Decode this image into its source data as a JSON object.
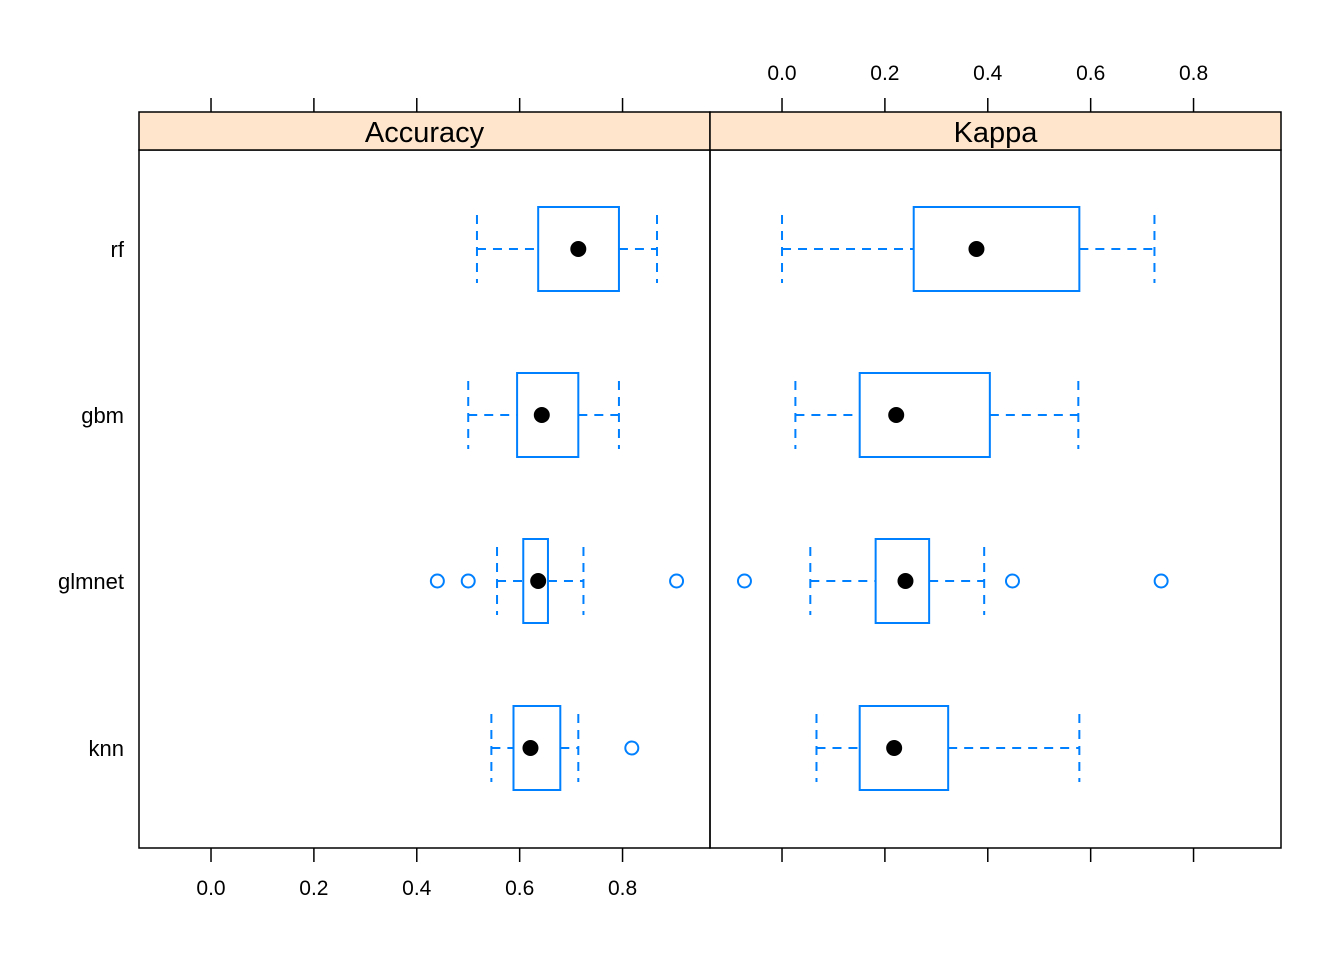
{
  "chart_data": {
    "type": "boxplot",
    "title": "",
    "categories": [
      "rf",
      "gbm",
      "glmnet",
      "knn"
    ],
    "panels": [
      {
        "name": "Accuracy",
        "xlim": [
          -0.14,
          0.97
        ],
        "tick_values": [
          0.0,
          0.2,
          0.4,
          0.6,
          0.8
        ],
        "tick_labels": [
          "0.0",
          "0.2",
          "0.4",
          "0.6",
          "0.8"
        ],
        "tick_labels_position": "bottom",
        "boxes": [
          {
            "category": "rf",
            "whisker_low": 0.517,
            "q1": 0.636,
            "median": 0.714,
            "q3": 0.793,
            "whisker_high": 0.867,
            "outliers": []
          },
          {
            "category": "gbm",
            "whisker_low": 0.5,
            "q1": 0.595,
            "median": 0.643,
            "q3": 0.714,
            "whisker_high": 0.793,
            "outliers": []
          },
          {
            "category": "glmnet",
            "whisker_low": 0.556,
            "q1": 0.607,
            "median": 0.636,
            "q3": 0.655,
            "whisker_high": 0.724,
            "outliers": [
              0.44,
              0.5,
              0.905
            ]
          },
          {
            "category": "knn",
            "whisker_low": 0.545,
            "q1": 0.588,
            "median": 0.621,
            "q3": 0.679,
            "whisker_high": 0.714,
            "outliers": [
              0.818
            ]
          }
        ]
      },
      {
        "name": "Kappa",
        "xlim": [
          -0.14,
          0.97
        ],
        "tick_values": [
          0.0,
          0.2,
          0.4,
          0.6,
          0.8
        ],
        "tick_labels": [
          "0.0",
          "0.2",
          "0.4",
          "0.6",
          "0.8"
        ],
        "tick_labels_position": "top",
        "boxes": [
          {
            "category": "rf",
            "whisker_low": 0.0,
            "q1": 0.256,
            "median": 0.378,
            "q3": 0.578,
            "whisker_high": 0.724,
            "outliers": []
          },
          {
            "category": "gbm",
            "whisker_low": 0.026,
            "q1": 0.151,
            "median": 0.222,
            "q3": 0.404,
            "whisker_high": 0.576,
            "outliers": []
          },
          {
            "category": "glmnet",
            "whisker_low": 0.055,
            "q1": 0.182,
            "median": 0.24,
            "q3": 0.286,
            "whisker_high": 0.393,
            "outliers": [
              -0.073,
              0.448,
              0.737
            ]
          },
          {
            "category": "knn",
            "whisker_low": 0.067,
            "q1": 0.151,
            "median": 0.218,
            "q3": 0.323,
            "whisker_high": 0.578,
            "outliers": []
          }
        ]
      }
    ],
    "colors": {
      "box": "#0080ff",
      "median_dot": "#000000",
      "strip_bg": "#ffe5cc",
      "frame": "#000000"
    },
    "grid": false,
    "legend": "none"
  }
}
